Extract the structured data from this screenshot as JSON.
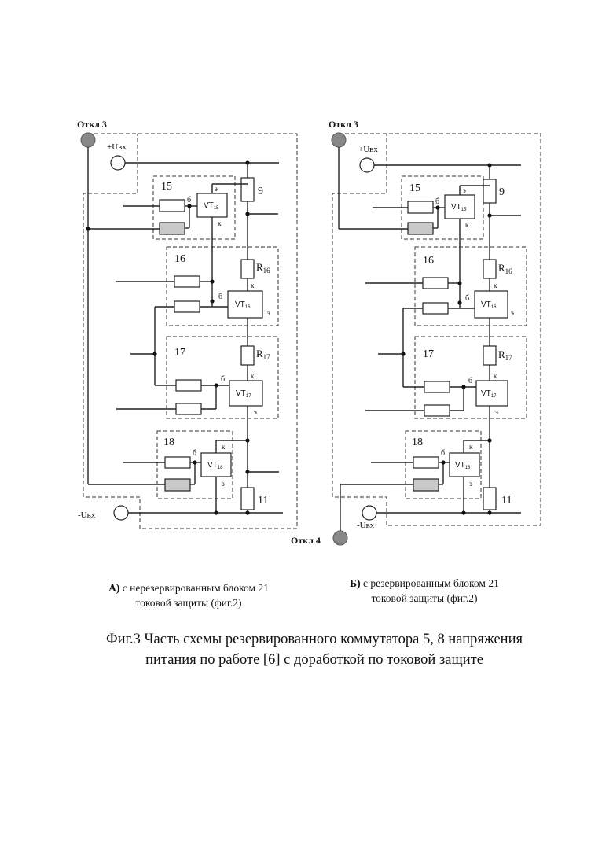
{
  "left": {
    "button_top": "Откл 3",
    "vin_plus": "+Uвх",
    "vin_minus": "-Uвх",
    "r9": "9",
    "r11": "11",
    "b15": "15",
    "b16": "16",
    "b17": "17",
    "b18": "18",
    "r16_main": "R",
    "r16_sub": "16",
    "r17_main": "R",
    "r17_sub": "17",
    "vt15_main": "VT",
    "vt15_sub": "15",
    "vt16_main": "VT",
    "vt16_sub": "16",
    "vt17_main": "VT",
    "vt17_sub": "17",
    "vt18_main": "VT",
    "vt18_sub": "18",
    "pin_b": "б",
    "pin_e": "э",
    "pin_k": "к"
  },
  "right": {
    "button_top": "Откл 3",
    "button_bottom": "Откл 4",
    "vin_plus": "+Uвх",
    "vin_minus": "-Uвх",
    "r9": "9",
    "r11": "11",
    "b15": "15",
    "b16": "16",
    "b17": "17",
    "b18": "18",
    "r16_main": "R",
    "r16_sub": "16",
    "r17_main": "R",
    "r17_sub": "17",
    "vt15_main": "VT",
    "vt15_sub": "15",
    "vt16_main": "VT",
    "vt16_sub": "16",
    "vt17_main": "VT",
    "vt17_sub": "17",
    "vt18_main": "VT",
    "vt18_sub": "18",
    "pin_b": "б",
    "pin_e": "э",
    "pin_k": "к"
  },
  "caption_left": {
    "letter": "А)",
    "line1": "с нерезервированным блоком 21",
    "line2": "токовой защиты (фиг.2)"
  },
  "caption_right": {
    "letter": "Б)",
    "line1": "с резервированным блоком 21",
    "line2": "токовой защиты (фиг.2)"
  },
  "figure_caption": {
    "line1": "Фиг.3 Часть схемы резервированного коммутатора 5, 8 напряжения",
    "line2": "питания по работе [6] с доработкой по токовой защите"
  }
}
